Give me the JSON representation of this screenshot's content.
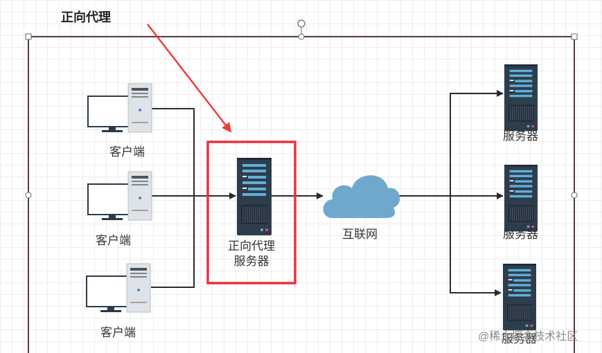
{
  "title": "正向代理",
  "clients": [
    {
      "label": "客户端"
    },
    {
      "label": "客户端"
    },
    {
      "label": "客户端"
    }
  ],
  "proxy": {
    "line1": "正向代理",
    "line2": "服务器"
  },
  "internet": {
    "label": "互联网"
  },
  "servers": [
    {
      "label": "服务器"
    },
    {
      "label": "服务器"
    },
    {
      "label": "服务器"
    }
  ],
  "watermark": "@稀土掘金技术社区",
  "colors": {
    "arrow_red": "#ee3b3b",
    "highlight_box": "#e8323a",
    "line": "#2b2b2b",
    "cloud": "#6fa8cc",
    "server_body": "#2e3d4c",
    "server_stripe": "#5fb0d8",
    "frame": "#5a3b3b"
  }
}
